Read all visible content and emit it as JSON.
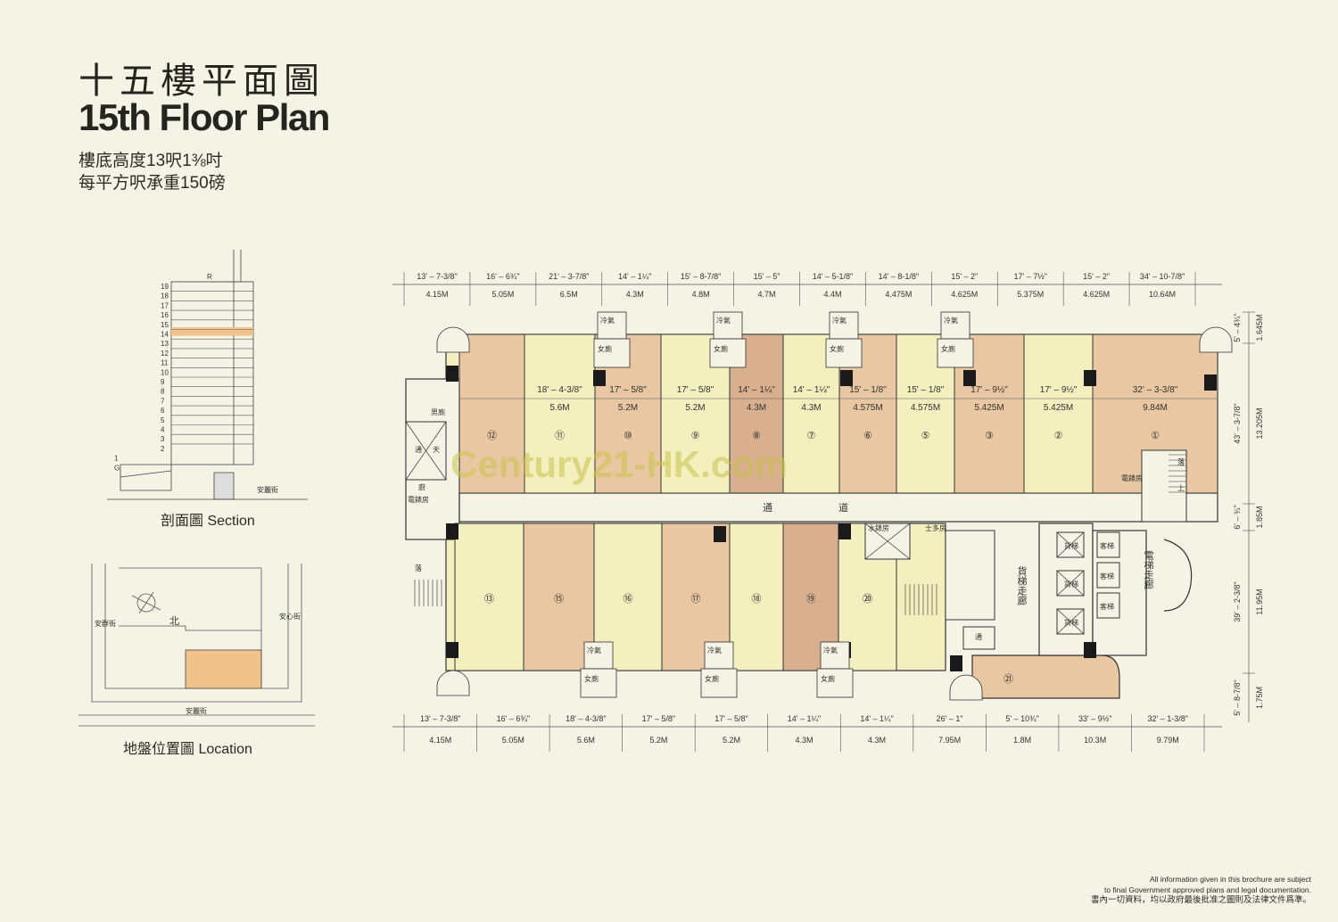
{
  "header": {
    "title_zh": "十五樓平面圖",
    "title_en": "15th Floor Plan",
    "spec_line1": "樓底高度13呎1⅜吋",
    "spec_line2": "每平方呎承重150磅"
  },
  "section_diagram": {
    "caption": "剖面圖 Section",
    "roof_label": "R",
    "floors": [
      "19",
      "18",
      "17",
      "16",
      "15",
      "14",
      "13",
      "12",
      "11",
      "10",
      "9",
      "8",
      "7",
      "6",
      "5",
      "4",
      "3",
      "2",
      "1",
      "G"
    ],
    "highlighted_floor": "15",
    "street_label": "安麗街"
  },
  "location_map": {
    "caption": "地盤位置圖 Location",
    "north_label": "北",
    "street_left": "安群街",
    "street_right": "安心街",
    "street_bottom": "安麗街"
  },
  "plan": {
    "watermark": "Century21-HK.com",
    "top_dims": [
      {
        "ft": "13' – 7-3/8\"",
        "m": "4.15M"
      },
      {
        "ft": "16' – 6¾\"",
        "m": "5.05M"
      },
      {
        "ft": "21' – 3-7/8\"",
        "m": "6.5M"
      },
      {
        "ft": "14' – 1¼\"",
        "m": "4.3M"
      },
      {
        "ft": "15' – 8-7/8\"",
        "m": "4.8M"
      },
      {
        "ft": "15' – 5\"",
        "m": "4.7M"
      },
      {
        "ft": "14' – 5-1/8\"",
        "m": "4.4M"
      },
      {
        "ft": "14' – 8-1/8\"",
        "m": "4.475M"
      },
      {
        "ft": "15' – 2\"",
        "m": "4.625M"
      },
      {
        "ft": "17' – 7½\"",
        "m": "5.375M"
      },
      {
        "ft": "15' – 2\"",
        "m": "4.625M"
      },
      {
        "ft": "34' – 10-7/8\"",
        "m": "10.64M"
      }
    ],
    "bottom_dims": [
      {
        "ft": "13' – 7-3/8\"",
        "m": "4.15M"
      },
      {
        "ft": "16' – 6¾\"",
        "m": "5.05M"
      },
      {
        "ft": "18' – 4-3/8\"",
        "m": "5.6M"
      },
      {
        "ft": "17' – 5/8\"",
        "m": "5.2M"
      },
      {
        "ft": "17' – 5/8\"",
        "m": "5.2M"
      },
      {
        "ft": "14' – 1¼\"",
        "m": "4.3M"
      },
      {
        "ft": "14' – 1¼\"",
        "m": "4.3M"
      },
      {
        "ft": "26' – 1\"",
        "m": "7.95M"
      },
      {
        "ft": "5' – 10¾\"",
        "m": "1.8M"
      },
      {
        "ft": "33' – 9½\"",
        "m": "10.3M"
      },
      {
        "ft": "32' – 1-3/8\"",
        "m": "9.79M"
      }
    ],
    "right_dims": [
      {
        "ft": "5' – 4¾\"",
        "m": "1.645M"
      },
      {
        "ft": "43' – 3-7/8\"",
        "m": "13.205M"
      },
      {
        "ft": "6' – ¾\"",
        "m": "1.85M"
      },
      {
        "ft": "39' – 2-3/8\"",
        "m": "11.95M"
      },
      {
        "ft": "5' – 8-7/8\"",
        "m": "1.75M"
      }
    ],
    "north_units": [
      {
        "no": "⑫",
        "ft": "",
        "m": ""
      },
      {
        "no": "⑪",
        "ft": "18' – 4-3/8\"",
        "m": "5.6M"
      },
      {
        "no": "⑩",
        "ft": "17' – 5/8\"",
        "m": "5.2M"
      },
      {
        "no": "⑨",
        "ft": "17' – 5/8\"",
        "m": "5.2M"
      },
      {
        "no": "⑧",
        "ft": "14' – 1¼\"",
        "m": "4.3M"
      },
      {
        "no": "⑦",
        "ft": "14' – 1¼\"",
        "m": "4.3M"
      },
      {
        "no": "⑥",
        "ft": "15' – 1/8\"",
        "m": "4.575M"
      },
      {
        "no": "⑤",
        "ft": "15' – 1/8\"",
        "m": "4.575M"
      },
      {
        "no": "③",
        "ft": "17' – 9½\"",
        "m": "5.425M"
      },
      {
        "no": "②",
        "ft": "17' – 9½\"",
        "m": "5.425M"
      },
      {
        "no": "①",
        "ft": "32' – 3-3/8\"",
        "m": "9.84M"
      }
    ],
    "south_units": [
      "⑬",
      "⑮",
      "⑯",
      "⑰",
      "⑱",
      "⑲",
      "⑳"
    ],
    "unit_21": "㉑",
    "labels": {
      "corridor_1": "通",
      "corridor_2": "道",
      "mens_wc": "男廁",
      "womens_wc": "女廁",
      "ac_plant": "冷氣機位",
      "meter_room": "電錶房",
      "water_meter": "水錶房",
      "lightwell_1": "通",
      "lightwell_2": "天",
      "kitchen": "廚",
      "stair_down": "落",
      "stair_up": "上",
      "cargo_lift_corridor": "貨梯走廊",
      "cargo_lift": "貨梯",
      "lift_corridor": "電梯走廊",
      "passenger_lift": "客梯",
      "hoist_room": "士多房"
    }
  },
  "footer": {
    "disclaimer_en_1": "All information given in this brochure are subject",
    "disclaimer_en_2": "to final Government approved plans and legal documentation.",
    "disclaimer_zh": "書內一切資料，均以政府最後批准之圖則及法律文件爲準。"
  },
  "colors": {
    "paper": "#f4f3e6",
    "unit_peach": "#e8c7a2",
    "unit_pale": "#f3efbf",
    "unit_dark": "#d9b08f",
    "highlight": "#f1c28a"
  }
}
